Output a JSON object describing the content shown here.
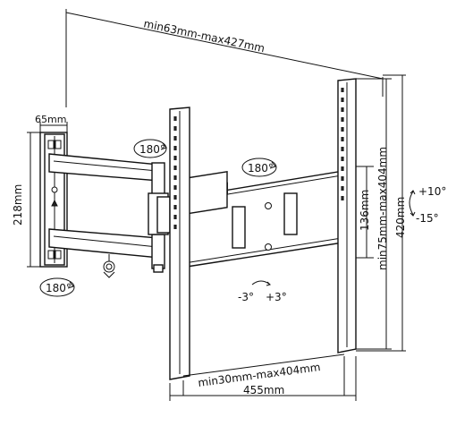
{
  "dimensions": {
    "top_depth": "min63mm-max427mm",
    "wall_plate_width": "65mm",
    "wall_plate_height": "218mm",
    "vesa_horizontal": "min30mm-max404mm",
    "overall_width": "455mm",
    "bracket_height_small": "136mm",
    "vesa_vertical": "min75mm-max404mm",
    "overall_height": "420mm"
  },
  "rotations": {
    "swivel_top": "180°",
    "swivel_center": "180°",
    "swivel_bottom": "180°",
    "tilt_up": "+10°",
    "tilt_down": "-15°",
    "level_left": "-3°",
    "level_right": "+3°"
  },
  "colors": {
    "line": "#111111",
    "background": "#ffffff"
  }
}
